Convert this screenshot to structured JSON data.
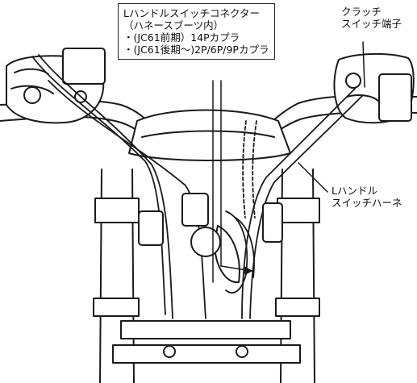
{
  "labels": {
    "connector": {
      "lines": [
        "Lハンドルスイッチコネクター",
        "（ハネースブーツ内）",
        "・(JC61前期）14Pカプラ",
        "・(JC61後期〜)2P/6P/9Pカプラ"
      ]
    },
    "clutch": {
      "lines": [
        "クラッチ",
        "スイッチ端子"
      ]
    },
    "harness": {
      "lines": [
        "Lハンドル",
        "スイッチハーネ"
      ]
    }
  },
  "colors": {
    "line": "#1a1a1a",
    "background": "#ffffff"
  }
}
